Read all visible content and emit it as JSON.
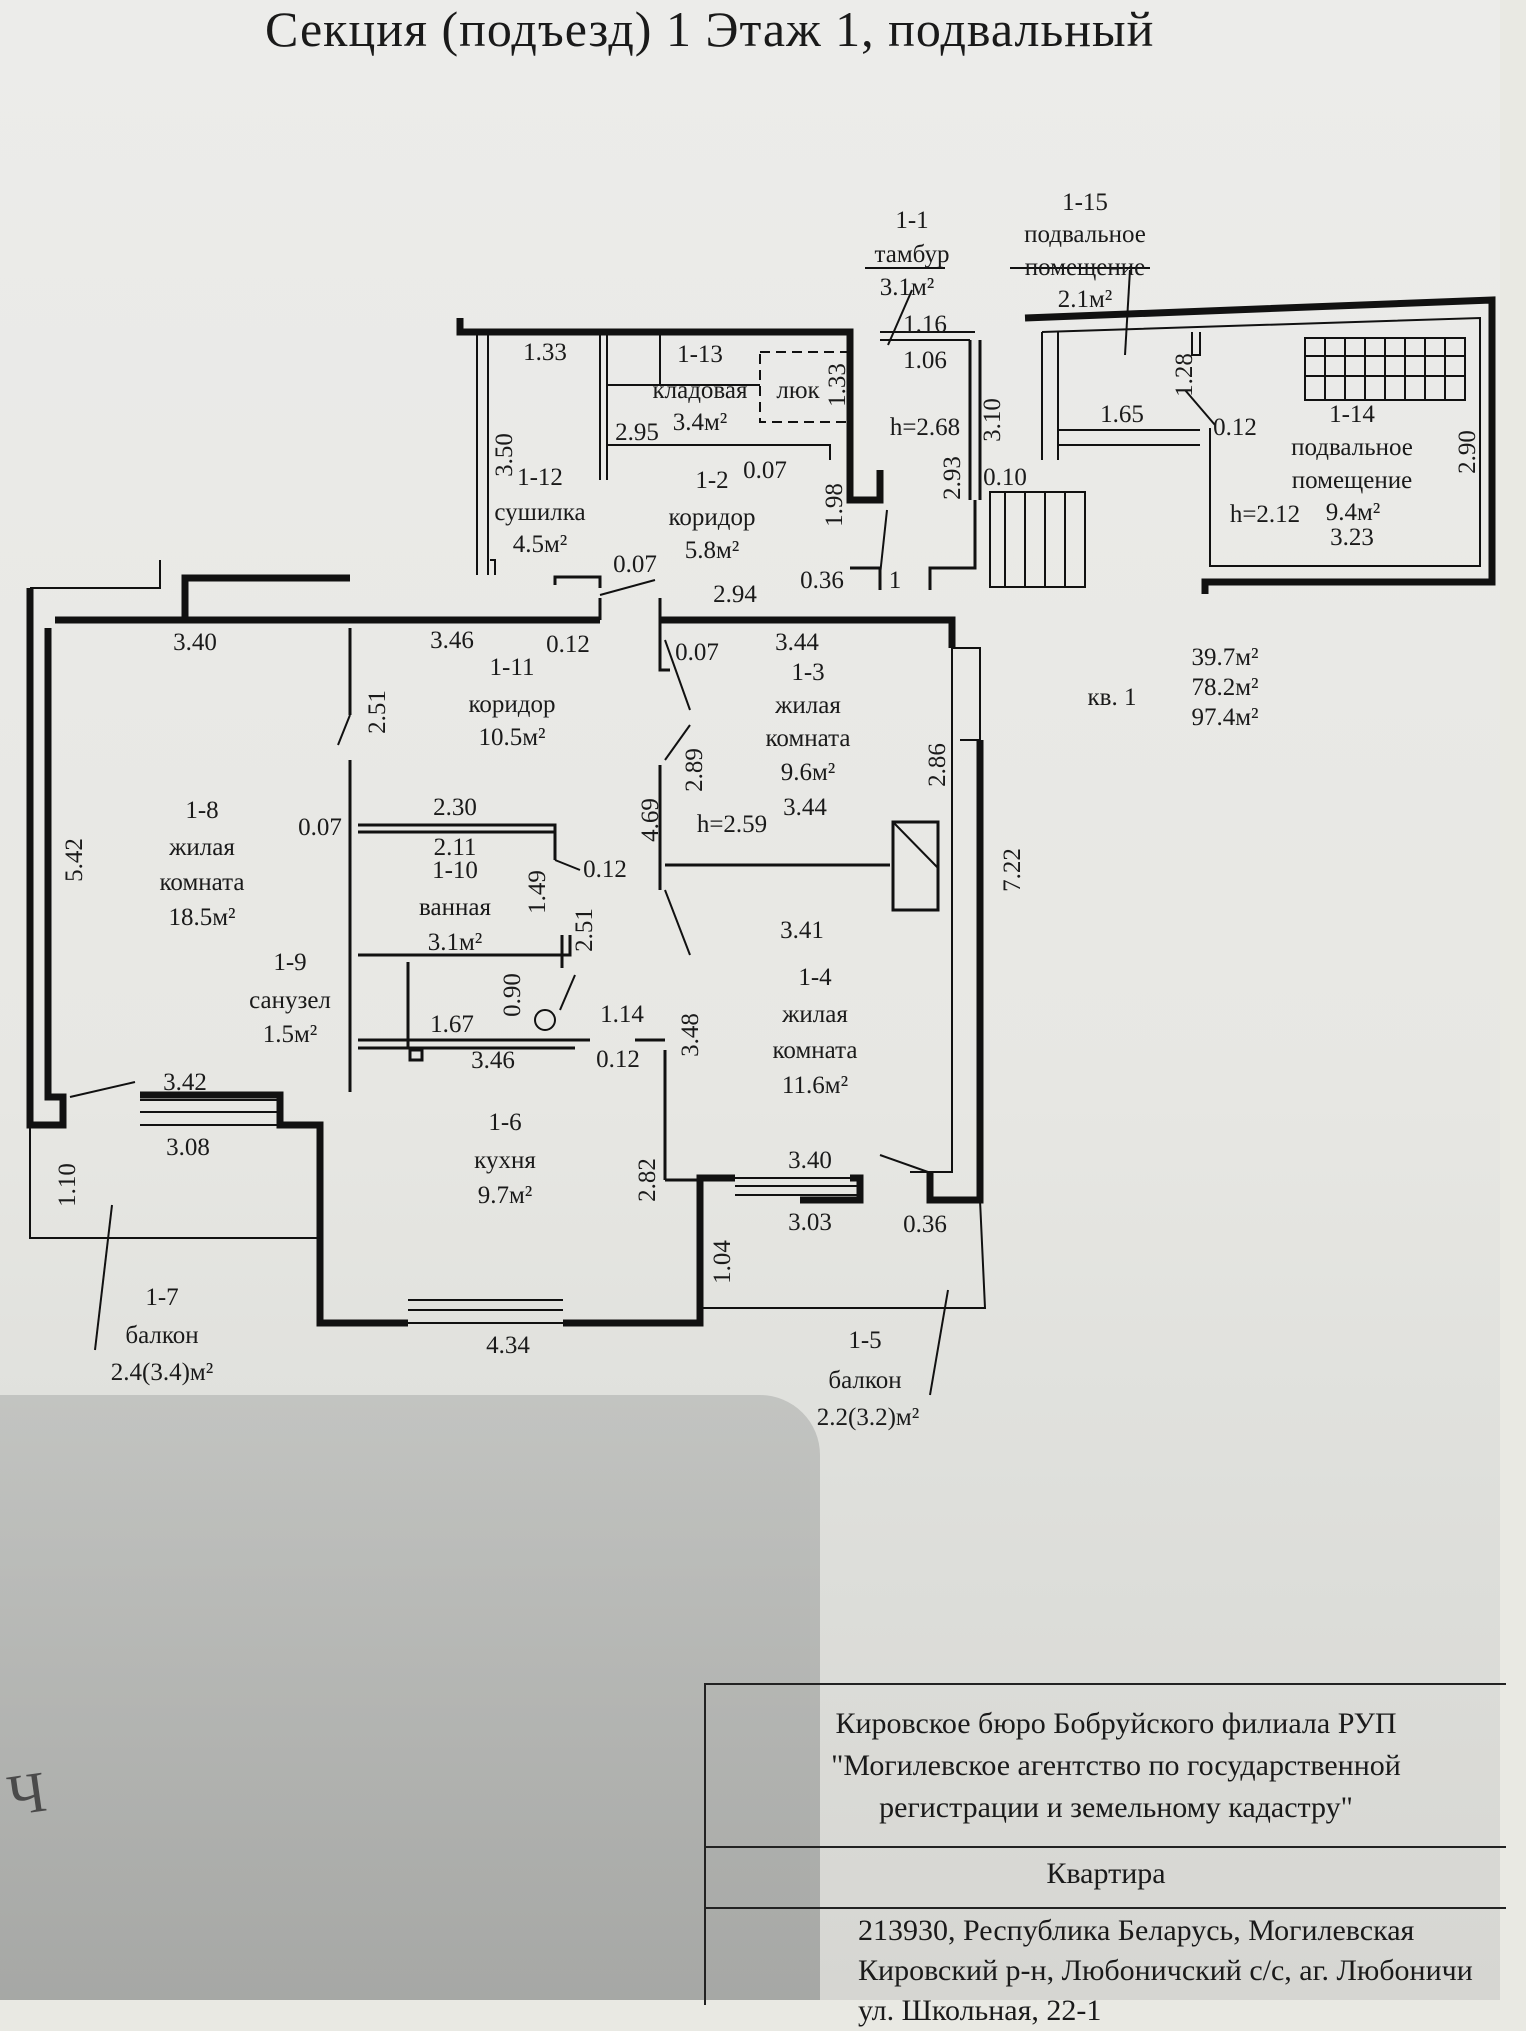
{
  "title": "Секция (подъезд) 1    Этаж 1, подвальный",
  "rooms": {
    "r1_1": {
      "num": "1-1",
      "name": "тамбур",
      "area": "3.1м²"
    },
    "r1_2": {
      "num": "1-2",
      "name": "коридор",
      "area": "5.8м²"
    },
    "r1_3": {
      "num": "1-3",
      "name1": "жилая",
      "name2": "комната",
      "area": "9.6м²"
    },
    "r1_4": {
      "num": "1-4",
      "name1": "жилая",
      "name2": "комната",
      "area": "11.6м²"
    },
    "r1_5": {
      "num": "1-5",
      "name": "балкон",
      "area": "2.2(3.2)м²"
    },
    "r1_6": {
      "num": "1-6",
      "name": "кухня",
      "area": "9.7м²"
    },
    "r1_7": {
      "num": "1-7",
      "name": "балкон",
      "area": "2.4(3.4)м²"
    },
    "r1_8": {
      "num": "1-8",
      "name1": "жилая",
      "name2": "комната",
      "area": "18.5м²"
    },
    "r1_9": {
      "num": "1-9",
      "name": "санузел",
      "area": "1.5м²"
    },
    "r1_10": {
      "num": "1-10",
      "name": "ванная",
      "area": "3.1м²"
    },
    "r1_11": {
      "num": "1-11",
      "name": "коридор",
      "area": "10.5м²"
    },
    "r1_12": {
      "num": "1-12",
      "name": "сушилка",
      "area": "4.5м²"
    },
    "r1_13": {
      "num": "1-13",
      "name": "кладовая",
      "area": "3.4м²"
    },
    "r1_14": {
      "num": "1-14",
      "name1": "подвальное",
      "name2": "помещение",
      "area": "9.4м²"
    },
    "r1_15": {
      "num": "1-15",
      "name1": "подвальное",
      "name2": "помещение",
      "area": "2.1м²"
    }
  },
  "hatch_label": "люк",
  "heights": {
    "h1": "h=2.68",
    "h2": "h=2.59",
    "h3": "h=2.12"
  },
  "apartment": {
    "label": "кв. 1",
    "living": "39.7м²",
    "total": "78.2м²",
    "total_balc": "97.4м²"
  },
  "dims": {
    "d1_33": "1.33",
    "d1_16": "1.16",
    "d1_06": "1.06",
    "d3_10": "3.10",
    "d2_95": "2.95",
    "d1_33b": "1.33",
    "d0_07a": "0.07",
    "d1_98": "1.98",
    "d3_50": "3.50",
    "d2_93": "2.93",
    "d0_10": "0.10",
    "d1_28": "1.28",
    "d1_65": "1.65",
    "d0_12a": "0.12",
    "d2_90": "2.90",
    "d3_23": "3.23",
    "d0_07b": "0.07",
    "d0_36a": "0.36",
    "d2_94": "2.94",
    "d1_one": "1",
    "d3_40a": "3.40",
    "d3_46a": "3.46",
    "d0_12b": "0.12",
    "d3_44a": "3.44",
    "d0_07c": "0.07",
    "d2_51a": "2.51",
    "d2_89": "2.89",
    "d4_69": "4.69",
    "d3_44b": "3.44",
    "d2_86": "2.86",
    "d7_22": "7.22",
    "d5_42": "5.42",
    "d0_07d": "0.07",
    "d2_30": "2.30",
    "d2_11": "2.11",
    "d0_12c": "0.12",
    "d1_49": "1.49",
    "d2_51b": "2.51",
    "d3_41": "3.41",
    "d0_90": "0.90",
    "d1_67": "1.67",
    "d1_14": "1.14",
    "d3_46b": "3.46",
    "d0_12d": "0.12",
    "d3_48": "3.48",
    "d3_42": "3.42",
    "d3_08": "3.08",
    "d1_10": "1.10",
    "d2_82": "2.82",
    "d3_40b": "3.40",
    "d3_03": "3.03",
    "d0_36b": "0.36",
    "d1_04": "1.04",
    "d4_34": "4.34"
  },
  "stamp": {
    "org1": "Кировское бюро Бобруйского филиала РУП",
    "org2": "\"Могилевское агентство по государственной",
    "org3": "регистрации и земельному кадастру\"",
    "kind": "Квартира",
    "addr1": "213930, Республика Беларусь, Могилевская",
    "addr2": "Кировский р-н, Любоничский с/с, аг. Любоничи",
    "addr3": "ул. Школьная, 22-1"
  },
  "margin_mark": "Ч"
}
